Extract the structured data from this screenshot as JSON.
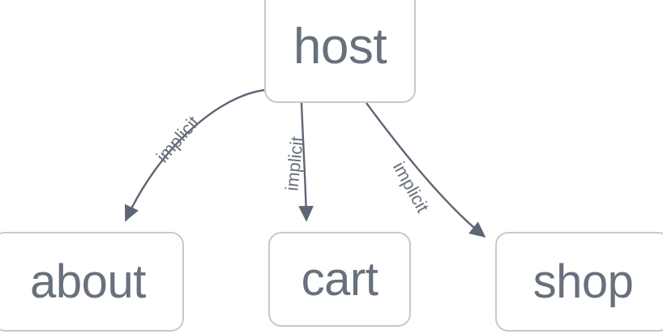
{
  "diagram": {
    "type": "directed-graph",
    "background_color": "#ffffff",
    "node_border_color": "#c9c9c9",
    "node_fill_color": "#ffffff",
    "text_color": "#68707d",
    "edge_color": "#5e6675",
    "nodes": [
      {
        "id": "host",
        "label": "host"
      },
      {
        "id": "about",
        "label": "about"
      },
      {
        "id": "cart",
        "label": "cart"
      },
      {
        "id": "shop",
        "label": "shop"
      }
    ],
    "edges": [
      {
        "from": "host",
        "to": "about",
        "label": "implicit"
      },
      {
        "from": "host",
        "to": "cart",
        "label": "implicit"
      },
      {
        "from": "host",
        "to": "shop",
        "label": "implicit"
      }
    ]
  }
}
